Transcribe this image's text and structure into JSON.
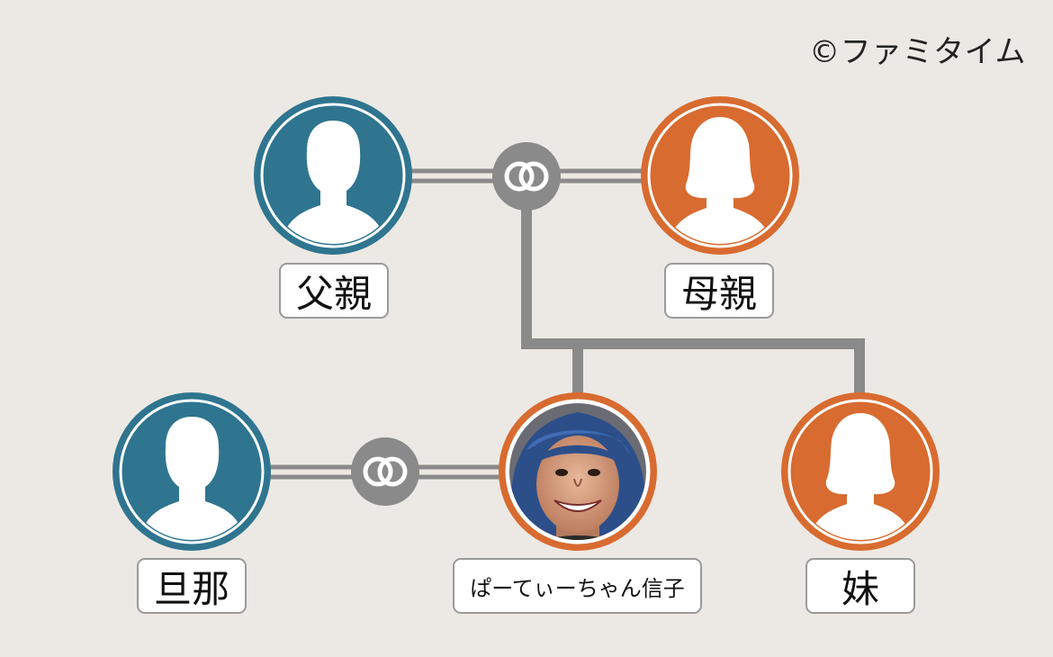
{
  "copyright": "©ファミタイム",
  "people": {
    "father": {
      "label": "父親",
      "gender": "male"
    },
    "mother": {
      "label": "母親",
      "gender": "female"
    },
    "husband": {
      "label": "旦那",
      "gender": "male"
    },
    "self": {
      "label": "ぱーてぃーちゃん信子",
      "gender": "female",
      "portrait": true
    },
    "sister": {
      "label": "妹",
      "gender": "female"
    }
  },
  "colors": {
    "male": "#2f7590",
    "female": "#d86b30",
    "line": "#8a8a8a",
    "background": "#ece9e4"
  },
  "icons": {
    "marriage": "marriage-rings-icon",
    "male": "male-silhouette-icon",
    "female": "female-silhouette-icon"
  }
}
